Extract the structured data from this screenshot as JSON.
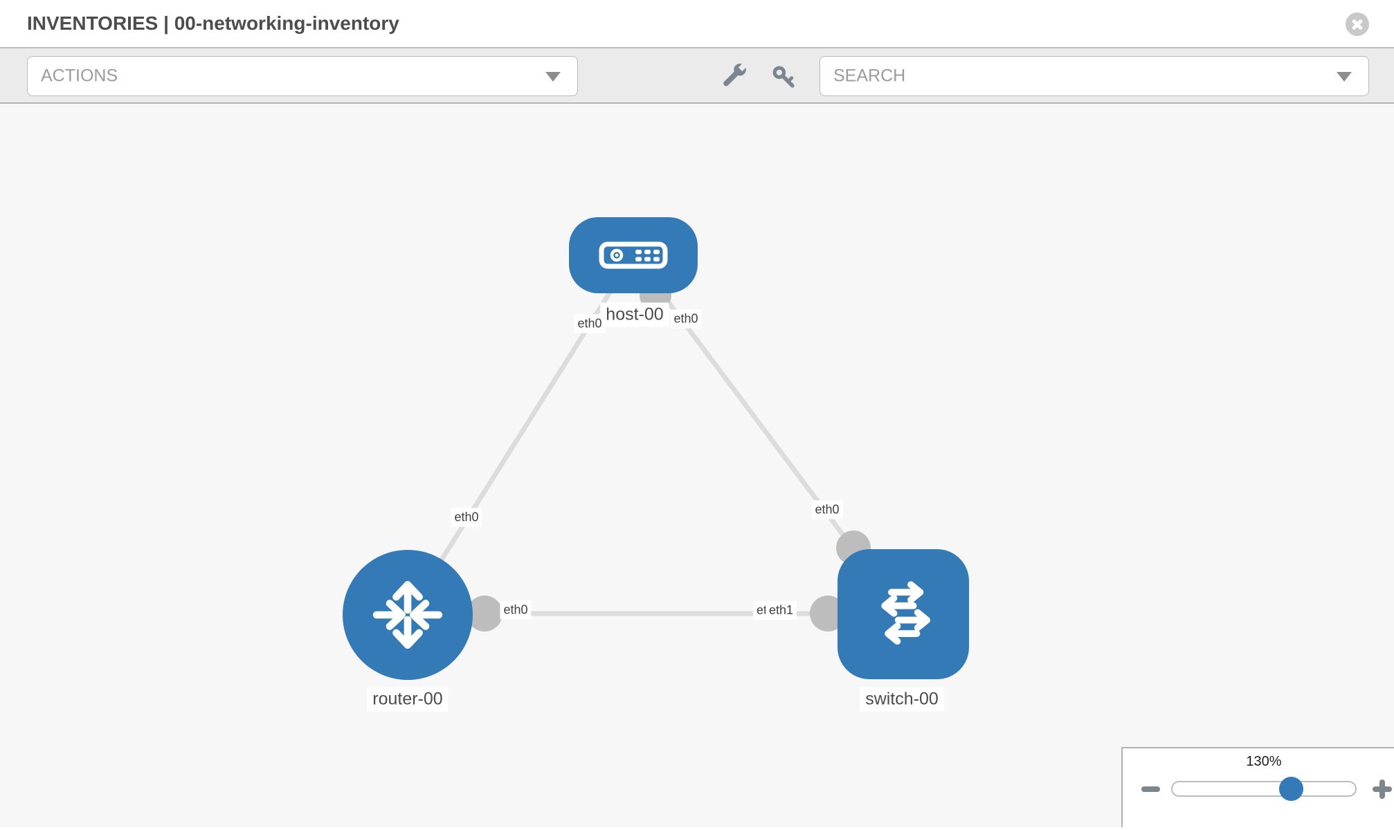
{
  "header": {
    "title": "INVENTORIES | 00-networking-inventory"
  },
  "toolbar": {
    "actions_placeholder": "ACTIONS",
    "search_placeholder": "SEARCH"
  },
  "icons": {
    "close": "x-circle",
    "actions_caret": "chevron-down",
    "search_caret": "chevron-down",
    "tool_left": "wrench",
    "tool_right": "key",
    "zoom_out": "minus",
    "zoom_in": "plus"
  },
  "topology": {
    "nodes": [
      {
        "name": "host-00",
        "type": "host",
        "icon": "server"
      },
      {
        "name": "router-00",
        "type": "router",
        "icon": "router-arrows"
      },
      {
        "name": "switch-00",
        "type": "switch",
        "icon": "switch-arrows"
      }
    ],
    "links": [
      {
        "source": "host-00",
        "source_interface": "eth0",
        "target": "router-00",
        "target_interface": "eth0"
      },
      {
        "source": "host-00",
        "source_interface": "eth0",
        "target": "switch-00",
        "target_interface": "eth0"
      },
      {
        "source": "router-00",
        "source_interface": "eth0",
        "target": "switch-00",
        "target_interface": "eth1",
        "target_interface_occluded": "eth0"
      }
    ]
  },
  "zoom_control": {
    "level": "130%"
  },
  "colors": {
    "node_blue": "#337ab7",
    "link_gray": "#dcdcdc",
    "interface_gray": "#bdbdbd",
    "toolbar_bg": "#ebebeb",
    "canvas_bg": "#f7f7f7",
    "icon_gray": "#7d868f"
  }
}
